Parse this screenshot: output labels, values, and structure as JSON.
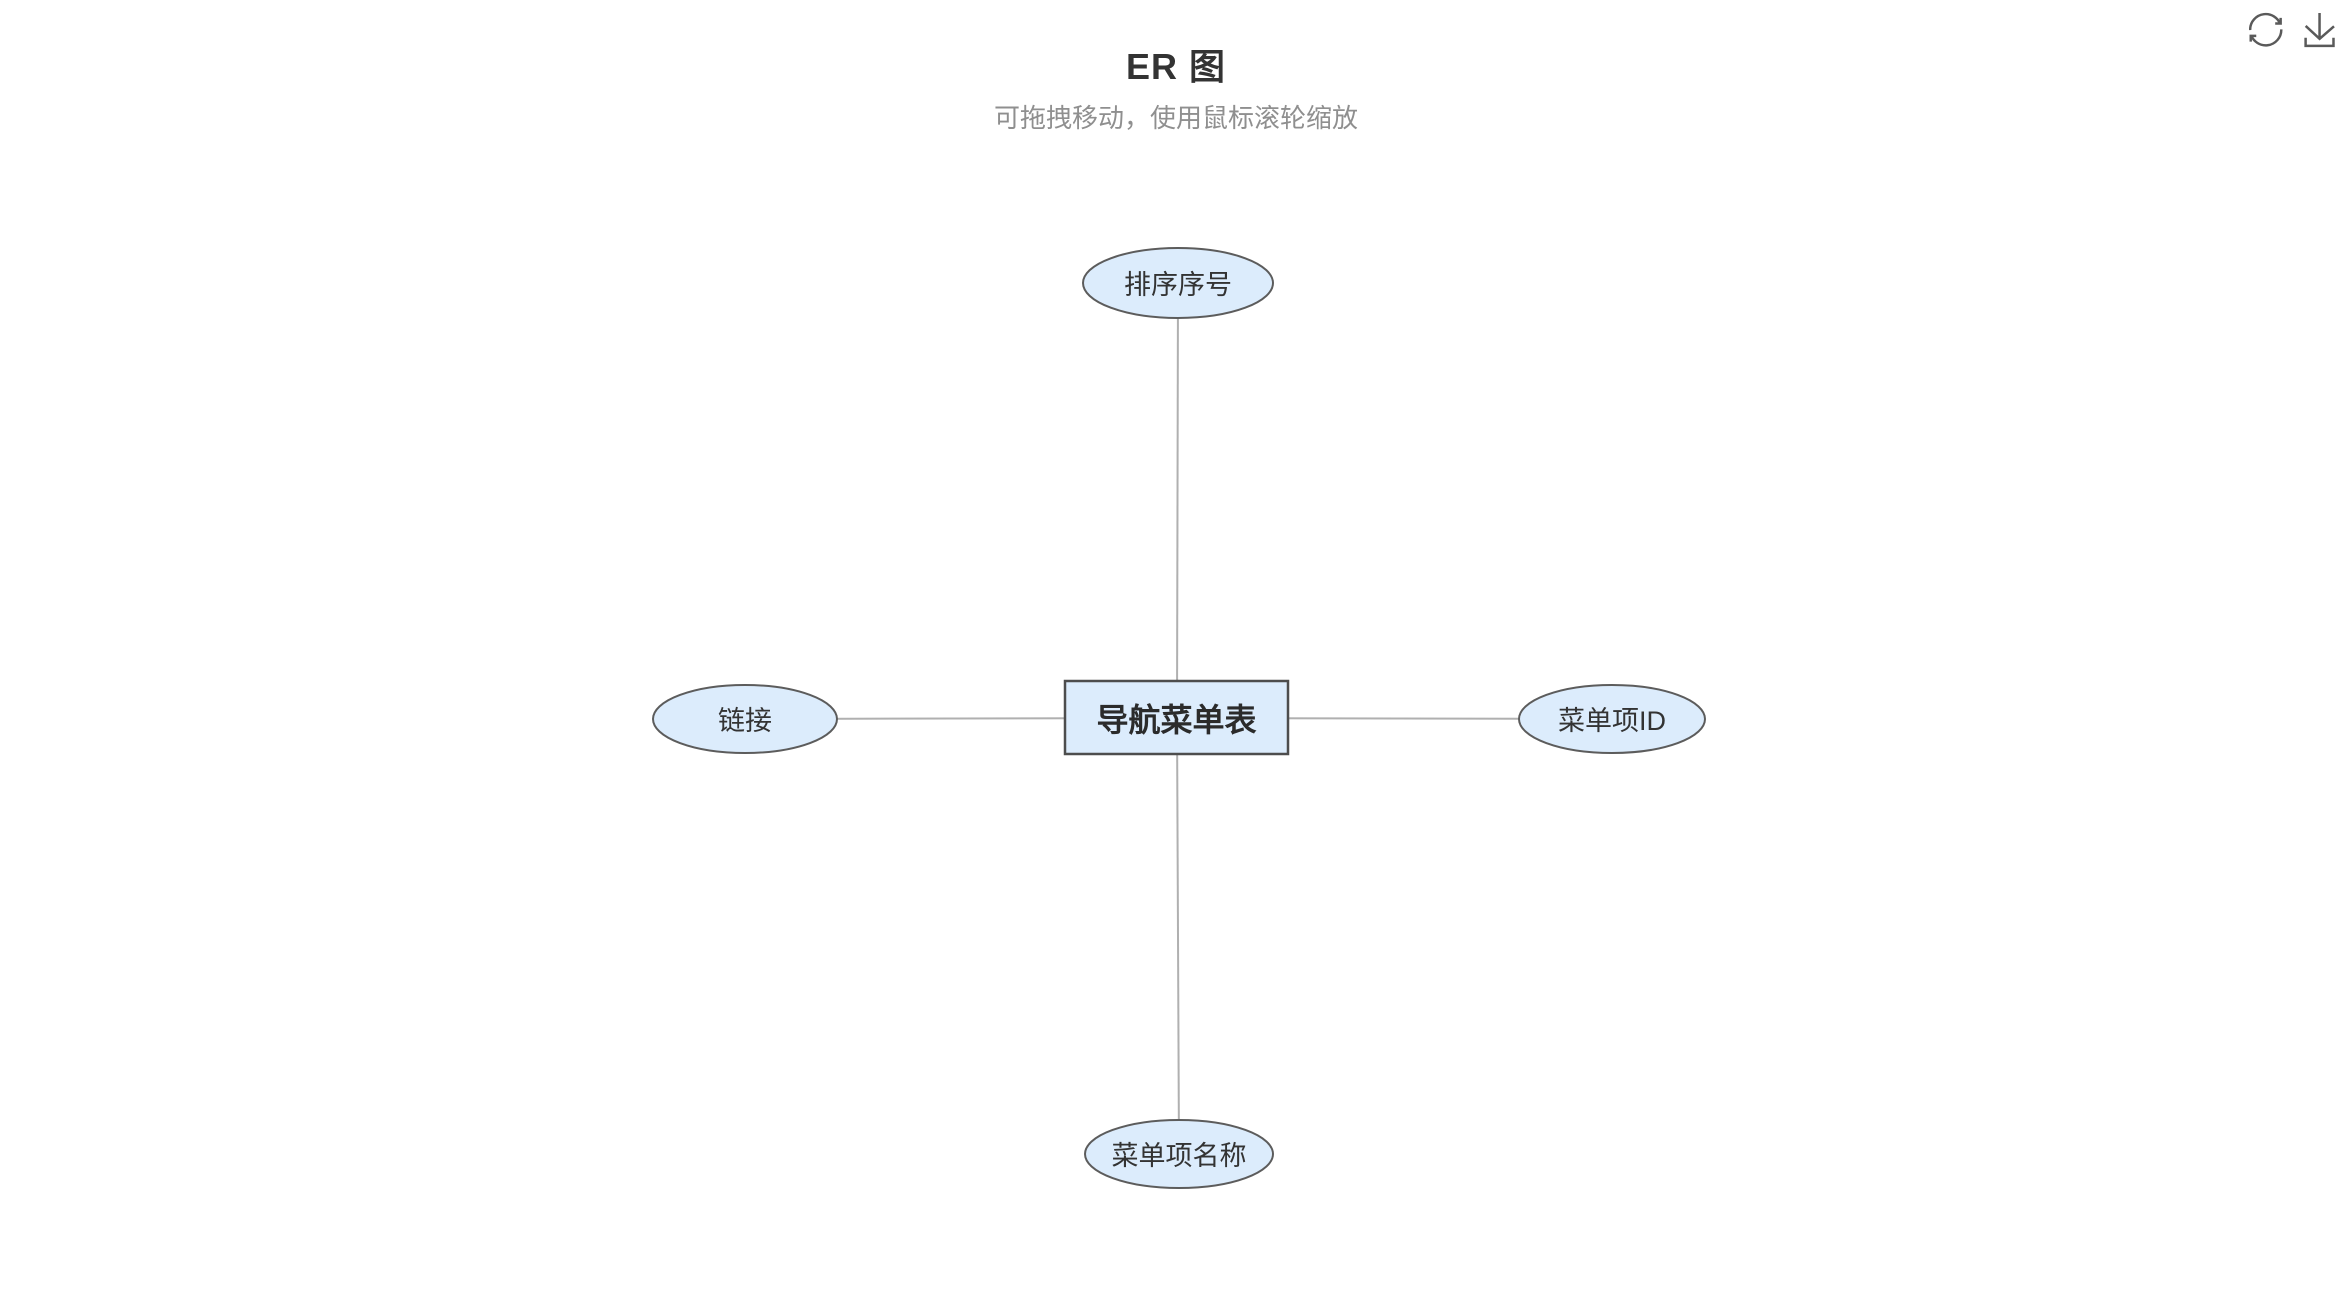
{
  "page": {
    "title": "ER 图",
    "subtitle": "可拖拽移动，使用鼠标滚轮缩放"
  },
  "toolbar": {
    "buttons": [
      {
        "icon": "refresh-icon"
      },
      {
        "icon": "download-icon"
      }
    ]
  },
  "colors": {
    "node_fill": "#dcecfc",
    "attribute_border": "#5c5c5c",
    "entity_border": "#4d4d4d",
    "edge": "#b0b0b0",
    "title_text": "#333333",
    "subtitle_text": "#8f8f8f",
    "icon": "#5a5a5a"
  },
  "diagram": {
    "entity": {
      "label": "导航菜单表",
      "shape": "rectangle"
    },
    "attributes": [
      {
        "label": "排序序号",
        "shape": "ellipse",
        "position": "top"
      },
      {
        "label": "链接",
        "shape": "ellipse",
        "position": "left"
      },
      {
        "label": "菜单项ID",
        "shape": "ellipse",
        "position": "right"
      },
      {
        "label": "菜单项名称",
        "shape": "ellipse",
        "position": "bottom"
      }
    ],
    "edges": [
      {
        "from": "导航菜单表",
        "to": "排序序号"
      },
      {
        "from": "导航菜单表",
        "to": "链接"
      },
      {
        "from": "导航菜单表",
        "to": "菜单项ID"
      },
      {
        "from": "导航菜单表",
        "to": "菜单项名称"
      }
    ]
  }
}
